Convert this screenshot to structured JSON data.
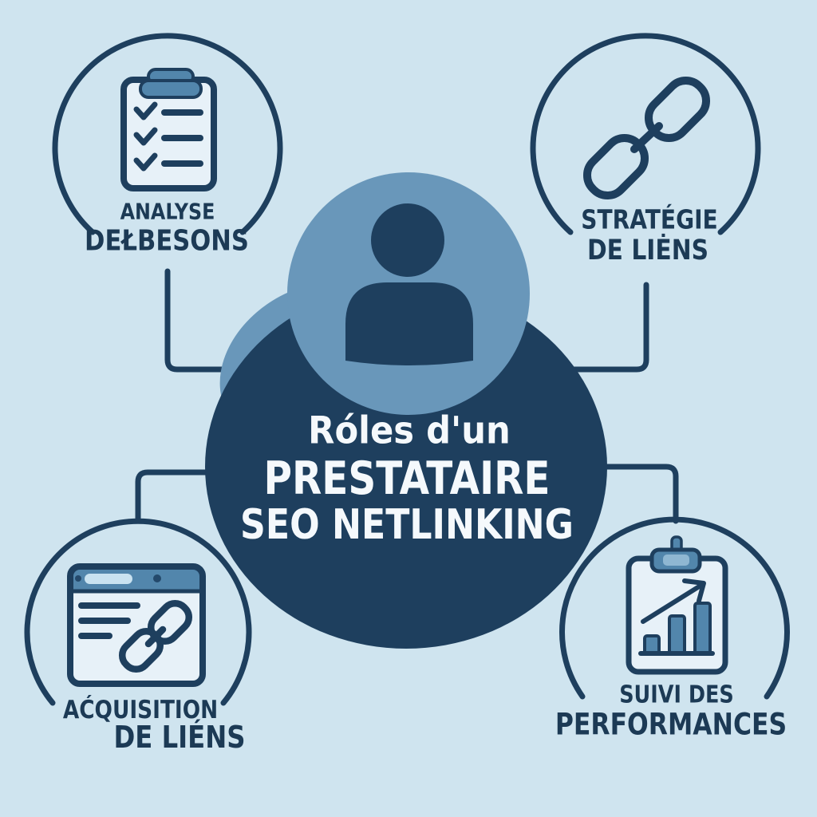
{
  "infographic": {
    "title": {
      "line1": "Róles d'un",
      "line2": "PRESTATAIRE",
      "line3": "SEO NETLINKING"
    },
    "center_icon": "person-avatar-icon",
    "nodes": {
      "analyse": {
        "line1": "ANALYSE",
        "line2": "DEŁBESONS",
        "icon": "checklist-clipboard-icon"
      },
      "strategie": {
        "line1": "STRATÉGIE",
        "line2": "DE LIĖNS",
        "icon": "chain-link-icon"
      },
      "acquisition": {
        "line1": "AĆQUISITION",
        "line2": "DE LIÉNS",
        "icon": "browser-link-icon"
      },
      "suivi": {
        "line1": "SUIVI DES",
        "line2": "PERFORMANCES",
        "icon": "bar-chart-clipboard-icon"
      }
    },
    "colors": {
      "background": "#cfe4ef",
      "navy": "#1e3f5e",
      "mid_blue": "#6997ba",
      "steel_blue": "#5286ac",
      "paper": "#e7f1f8",
      "text_navy": "#1c3a55",
      "title_white": "#f5f9fc",
      "pill": "#c9e2f0",
      "clip_slot": "#8fb7d2",
      "dot": "#24496b"
    }
  }
}
